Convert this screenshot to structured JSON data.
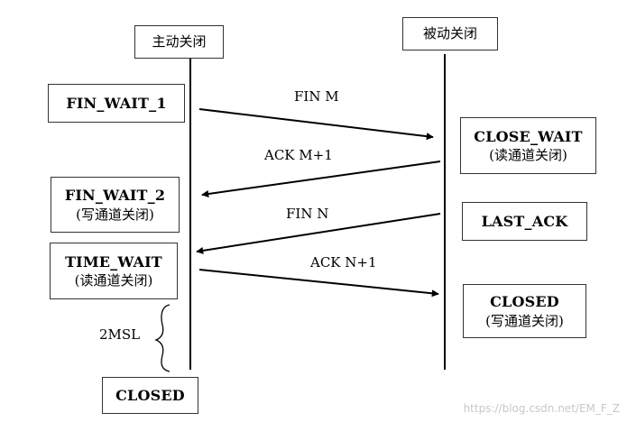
{
  "actors": {
    "active": "主动关闭",
    "passive": "被动关闭"
  },
  "states": {
    "fin_wait_1": "FIN_WAIT_1",
    "fin_wait_2": "FIN_WAIT_2",
    "fin_wait_2_note": "(写通道关闭)",
    "time_wait": "TIME_WAIT",
    "time_wait_note": "(读通道关闭)",
    "closed_active": "CLOSED",
    "close_wait": "CLOSE_WAIT",
    "close_wait_note": "(读通道关闭)",
    "last_ack": "LAST_ACK",
    "closed_passive": "CLOSED",
    "closed_passive_note": "(写通道关闭)"
  },
  "messages": {
    "fin_m": "FIN M",
    "ack_m1": "ACK M+1",
    "fin_n": "FIN N",
    "ack_n1": "ACK N+1"
  },
  "timer": "2MSL",
  "watermark": "https://blog.csdn.net/EM_F_Z"
}
